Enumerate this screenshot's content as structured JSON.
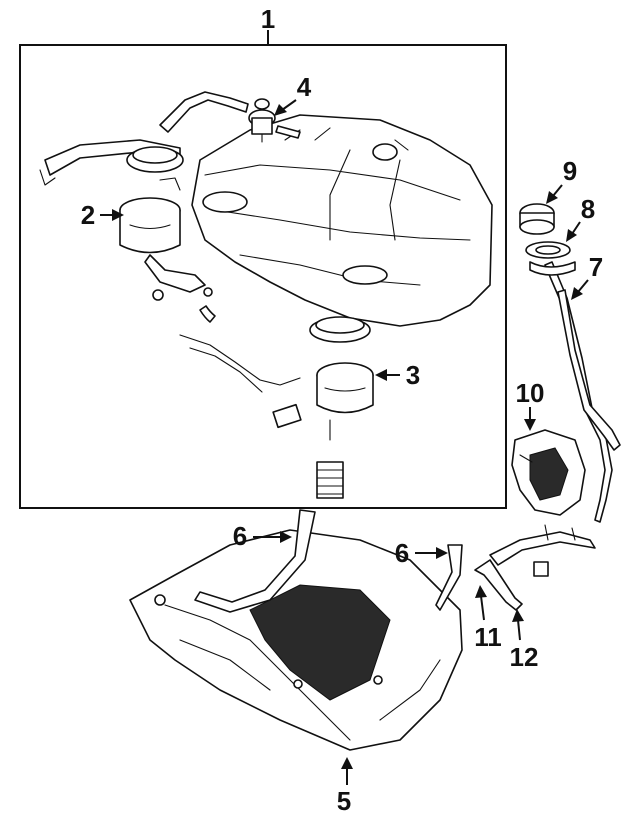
{
  "callouts": [
    {
      "id": "1",
      "label": "1"
    },
    {
      "id": "2",
      "label": "2"
    },
    {
      "id": "3",
      "label": "3"
    },
    {
      "id": "4",
      "label": "4"
    },
    {
      "id": "5",
      "label": "5"
    },
    {
      "id": "6a",
      "label": "6"
    },
    {
      "id": "6b",
      "label": "6"
    },
    {
      "id": "7",
      "label": "7"
    },
    {
      "id": "8",
      "label": "8"
    },
    {
      "id": "9",
      "label": "9"
    },
    {
      "id": "10",
      "label": "10"
    },
    {
      "id": "11",
      "label": "11"
    },
    {
      "id": "12",
      "label": "12"
    }
  ],
  "colors": {
    "ink": "#111111",
    "paper": "#ffffff",
    "shade": "#2a2a2a"
  }
}
